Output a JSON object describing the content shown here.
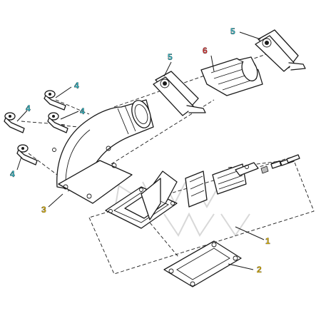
{
  "callouts": [
    {
      "id": "callout-1",
      "text": "1",
      "color": "#e6b800"
    },
    {
      "id": "callout-2",
      "text": "2",
      "color": "#e6b800"
    },
    {
      "id": "callout-3",
      "text": "3",
      "color": "#e6b800"
    },
    {
      "id": "callout-4a",
      "text": "4",
      "color": "#2bb6c4"
    },
    {
      "id": "callout-4b",
      "text": "4",
      "color": "#2bb6c4"
    },
    {
      "id": "callout-4c",
      "text": "4",
      "color": "#2bb6c4"
    },
    {
      "id": "callout-4d",
      "text": "4",
      "color": "#2bb6c4"
    },
    {
      "id": "callout-5a",
      "text": "5",
      "color": "#2bb6c4"
    },
    {
      "id": "callout-5b",
      "text": "5",
      "color": "#2bb6c4"
    },
    {
      "id": "callout-6",
      "text": "6",
      "color": "#e03030"
    }
  ],
  "colors": {
    "line": "#1a1a1a",
    "watermark": "#d8d8d8"
  }
}
